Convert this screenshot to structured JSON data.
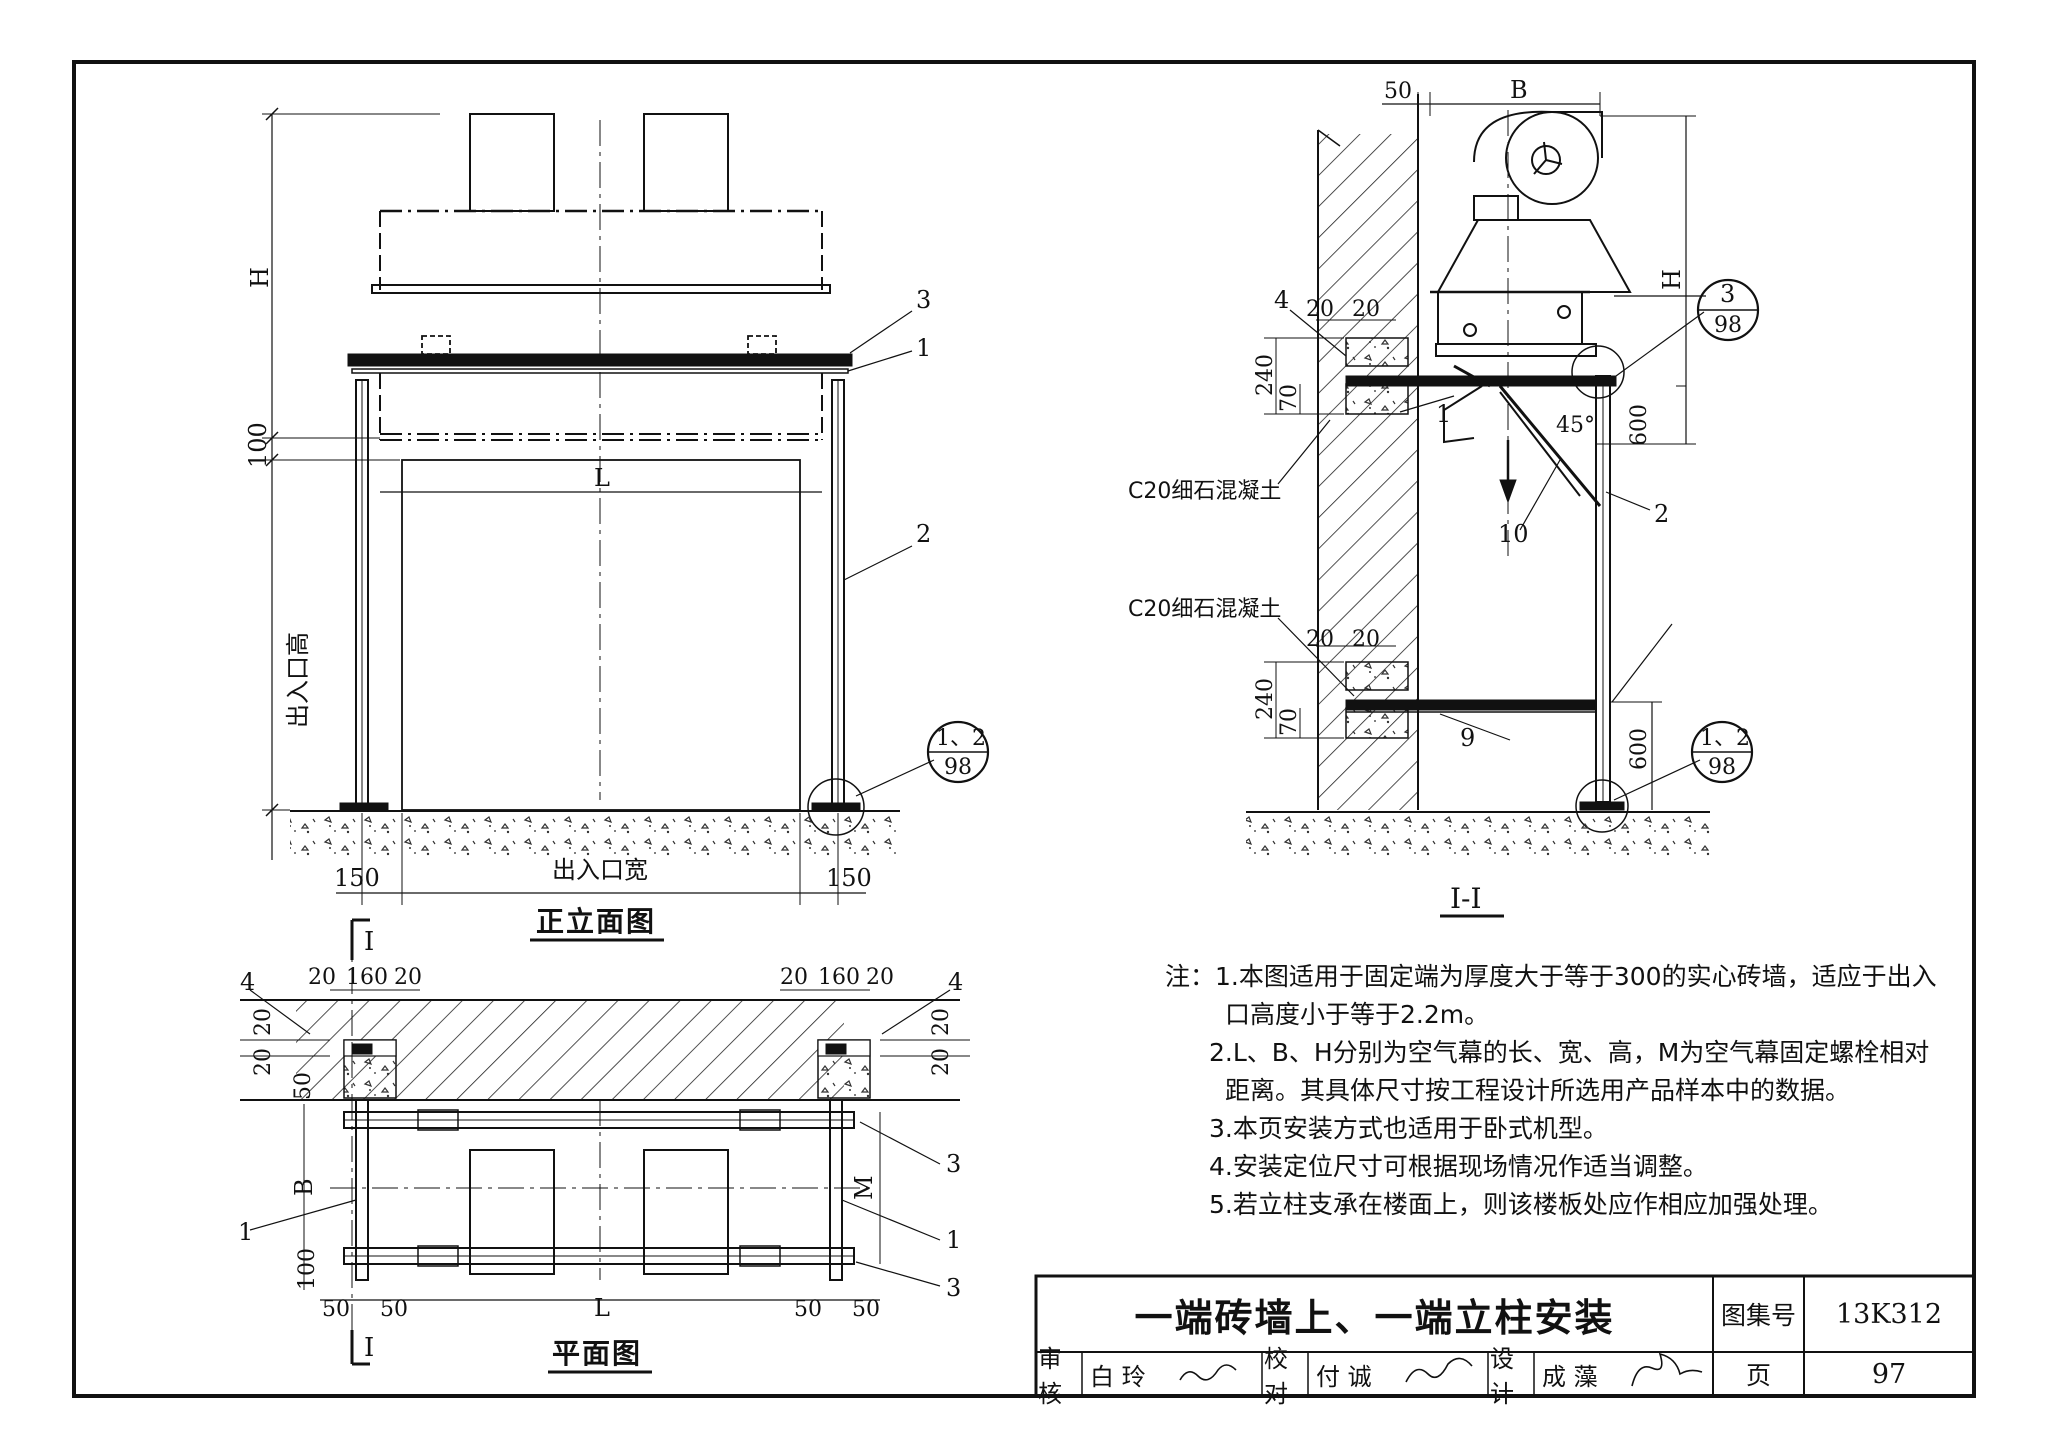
{
  "sheet": {
    "title": "一端砖墙上、一端立柱安装",
    "atlas_label": "图集号",
    "atlas_no": "13K312",
    "page_label": "页",
    "page_no": "97",
    "signatures": {
      "review_role": "审核",
      "review_name": "白 玲",
      "review_sign": "白玲",
      "check_role": "校对",
      "check_name": "付 诚",
      "check_sign": "付诚",
      "design_role": "设计",
      "design_name": "成 藻",
      "design_sign": "成藻"
    }
  },
  "views": {
    "front": {
      "title": "正立面图",
      "dims": {
        "H": "H",
        "d100": "100",
        "L": "L",
        "opening_height": "出入口高",
        "opening_width": "出入口宽",
        "left150": "150",
        "right150": "150"
      },
      "callouts": {
        "c3": "3",
        "c1": "1",
        "c2": "2"
      },
      "detail_ref": {
        "top": "1、2",
        "bottom": "98"
      }
    },
    "plan": {
      "title": "平面图",
      "section_mark": "I",
      "dims": {
        "d20a": "20",
        "d160a": "160",
        "d20b": "20",
        "d20c": "20",
        "d160b": "160",
        "d20d": "20",
        "v20a": "20",
        "v20b": "20",
        "v50": "50",
        "v20c": "20",
        "v20d": "20",
        "B": "B",
        "d100": "100",
        "M": "M",
        "b50a": "50",
        "b50b": "50",
        "L": "L",
        "b50c": "50",
        "b50d": "50"
      },
      "callouts": {
        "c4l": "4",
        "c4r": "4",
        "c1l": "1",
        "c3a": "3",
        "c1r": "1",
        "c3b": "3"
      }
    },
    "section": {
      "title": "I-I",
      "dims": {
        "d50": "50",
        "B": "B",
        "H": "H",
        "d20a": "20",
        "d20b": "20",
        "d240a": "240",
        "d70a": "70",
        "d600a": "600",
        "angle": "45°",
        "d20c": "20",
        "d20d": "20",
        "d240b": "240",
        "d70b": "70",
        "d600b": "600"
      },
      "labels": {
        "concrete1": "C20细石混凝土",
        "concrete2": "C20细石混凝土"
      },
      "callouts": {
        "c4": "4",
        "c1": "1",
        "c10": "10",
        "c2": "2",
        "c9": "9"
      },
      "detail_ref_a": {
        "top": "3",
        "bottom": "98"
      },
      "detail_ref_b": {
        "top": "1、2",
        "bottom": "98"
      }
    }
  },
  "notes": {
    "head": "注：",
    "items": [
      "1.本图适用于固定端为厚度大于等于300的实心砖墙，适应于出入",
      "口高度小于等于2.2m。",
      "2.L、B、H分别为空气幕的长、宽、高，M为空气幕固定螺栓相对",
      "距离。其具体尺寸按工程设计所选用产品样本中的数据。",
      "3.本页安装方式也适用于卧式机型。",
      "4.安装定位尺寸可根据现场情况作适当调整。",
      "5.若立柱支承在楼面上，则该楼板处应作相应加强处理。"
    ]
  }
}
